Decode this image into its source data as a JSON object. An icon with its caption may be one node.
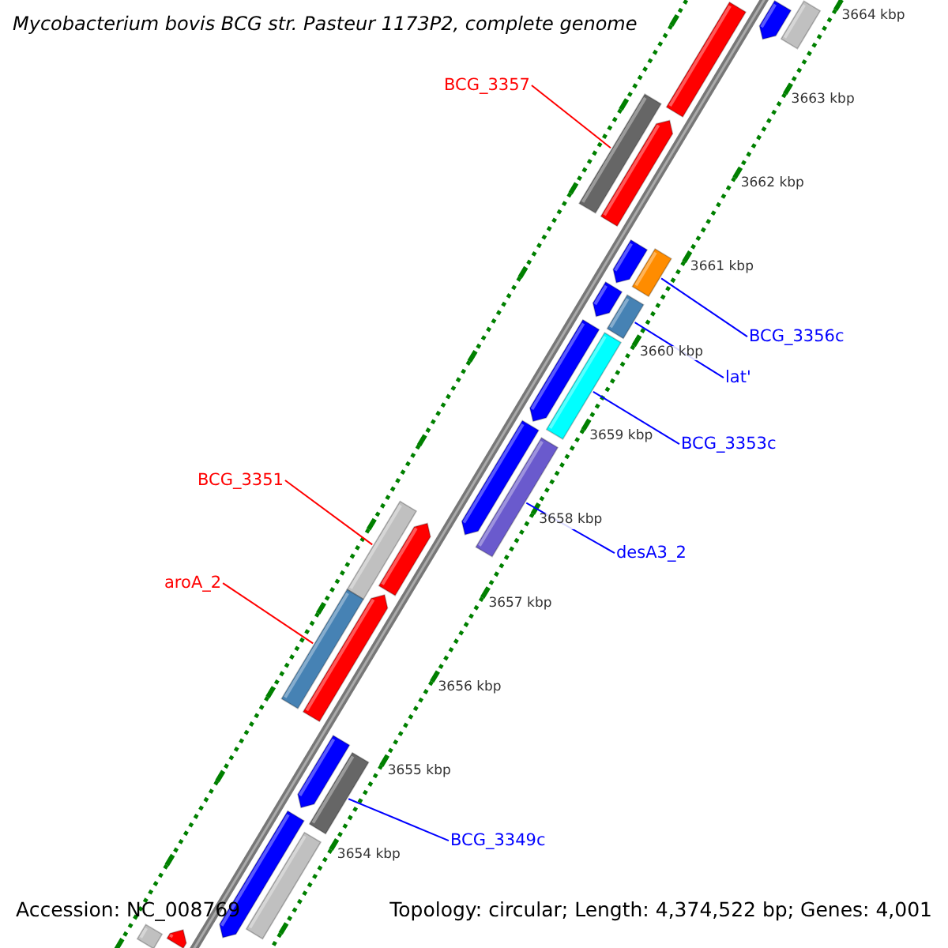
{
  "diagram": {
    "title": "Mycobacterium bovis BCG str. Pasteur 1173P2, complete genome",
    "nodes": [
      {
        "text": [
          "BCG_3357"
        ]
      },
      {
        "text": [],
        "shape": "bar"
      },
      {
        "text": [
          "BCG_3356c"
        ]
      },
      {
        "text": [],
        "shape": "bar"
      },
      {
        "text": [
          "lat'"
        ]
      },
      {
        "text": [],
        "shape": "bar"
      },
      {
        "text": [
          "BCG_3353c"
        ]
      },
      {
        "text": [],
        "shape": "bar"
      },
      {
        "text": [
          "BCG_3351"
        ]
      },
      {
        "text": [],
        "shape": "bar"
      },
      {
        "text": [
          "desA3_2"
        ]
      },
      {
        "text": [],
        "shape": "bar"
      },
      {
        "text": [
          "aroA_2"
        ]
      },
      {
        "text": [],
        "shape": "bar"
      },
      {
        "text": [
          "BCG_3349c"
        ]
      },
      {
        "text": [],
        "shape": "bar"
      },
      {
        "text": [],
        "shape": "bar"
      },
      {
        "text": [],
        "shape": "arrow"
      },
      {
        "text": [],
        "shape": "bar"
      },
      {
        "text": [],
        "shape": "arrow"
      },
      {
        "text": [],
        "shape": "arrow"
      },
      {
        "text": [],
        "shape": "arrow"
      },
      {
        "text": [],
        "shape": "arrow"
      },
      {
        "text": [],
        "shape": "arrow"
      },
      {
        "text": [],
        "shape": "arrow"
      },
      {
        "text": [],
        "shape": "arrow"
      },
      {
        "text": [],
        "shape": "arrow"
      },
      {
        "text": [],
        "shape": "arrow"
      },
      {
        "text": [],
        "shape": "bar"
      },
      {
        "text": [],
        "shape": "arrow"
      },
      {
        "text": [],
        "shape": "bar"
      }
    ],
    "edges": [
      {
        "from": 0,
        "to": 1,
        "arrow": "none",
        "color": "#ff0000"
      },
      {
        "from": 2,
        "to": 3,
        "arrow": "none"
      },
      {
        "from": 4,
        "to": 5,
        "arrow": "none"
      },
      {
        "from": 6,
        "to": 7,
        "arrow": "none"
      },
      {
        "from": 8,
        "to": 9,
        "arrow": "none",
        "color": "#ff0000"
      },
      {
        "from": 10,
        "to": 11,
        "arrow": "none"
      },
      {
        "from": 12,
        "to": 13,
        "arrow": "none",
        "color": "#ff0000"
      },
      {
        "from": 14,
        "to": 15,
        "arrow": "none"
      }
    ],
    "labels": [
      "3664 kbp",
      "3663 kbp",
      "3662 kbp",
      "3661 kbp",
      "3660 kbp",
      "3659 kbp",
      "3658 kbp",
      "3657 kbp",
      "3656 kbp",
      "3655 kbp",
      "3654 kbp",
      "Accession: NC_008769",
      "Topology: circular; Length: 4,374,522 bp; Genes: 4,001"
    ]
  }
}
